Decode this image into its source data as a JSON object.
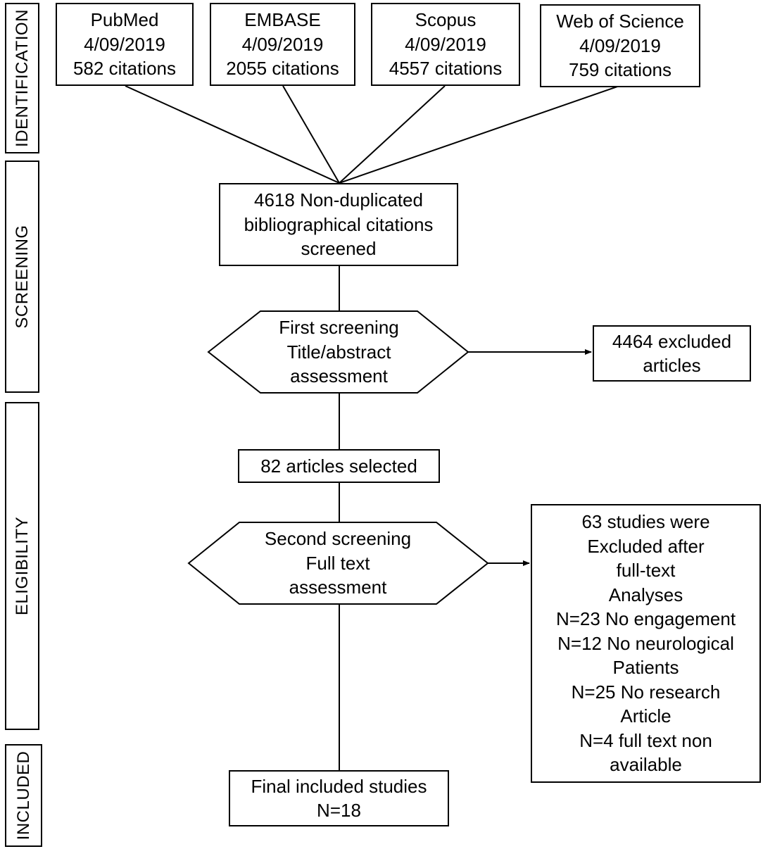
{
  "phases": {
    "identification": "IDENTIFICATION",
    "screening": "SCREENING",
    "eligibility": "ELIGIBILITY",
    "included": "INCLUDED"
  },
  "sources": [
    {
      "name": "PubMed",
      "date": "4/09/2019",
      "citations": "582 citations"
    },
    {
      "name": "EMBASE",
      "date": "4/09/2019",
      "citations": "2055 citations"
    },
    {
      "name": "Scopus",
      "date": "4/09/2019",
      "citations": "4557 citations"
    },
    {
      "name": "Web of Science",
      "date": "4/09/2019",
      "citations": "759 citations"
    }
  ],
  "nonduplicated": {
    "lines": [
      "4618 Non-duplicated",
      "bibliographical citations",
      "screened"
    ]
  },
  "first_screening": {
    "lines": [
      "First screening",
      "Title/abstract",
      "assessment"
    ]
  },
  "excluded_first": {
    "lines": [
      "4464 excluded",
      "articles"
    ]
  },
  "selected": {
    "text": "82 articles selected"
  },
  "second_screening": {
    "lines": [
      "Second screening",
      "Full text",
      "assessment"
    ]
  },
  "excluded_second": {
    "lines": [
      "63 studies  were",
      "Excluded after",
      "full-text",
      "Analyses",
      "N=23 No engagement",
      "N=12 No neurological",
      "Patients",
      "N=25 No research",
      "Article",
      "N=4 full text non",
      "available"
    ]
  },
  "final": {
    "lines": [
      "Final included studies",
      "N=18"
    ]
  }
}
